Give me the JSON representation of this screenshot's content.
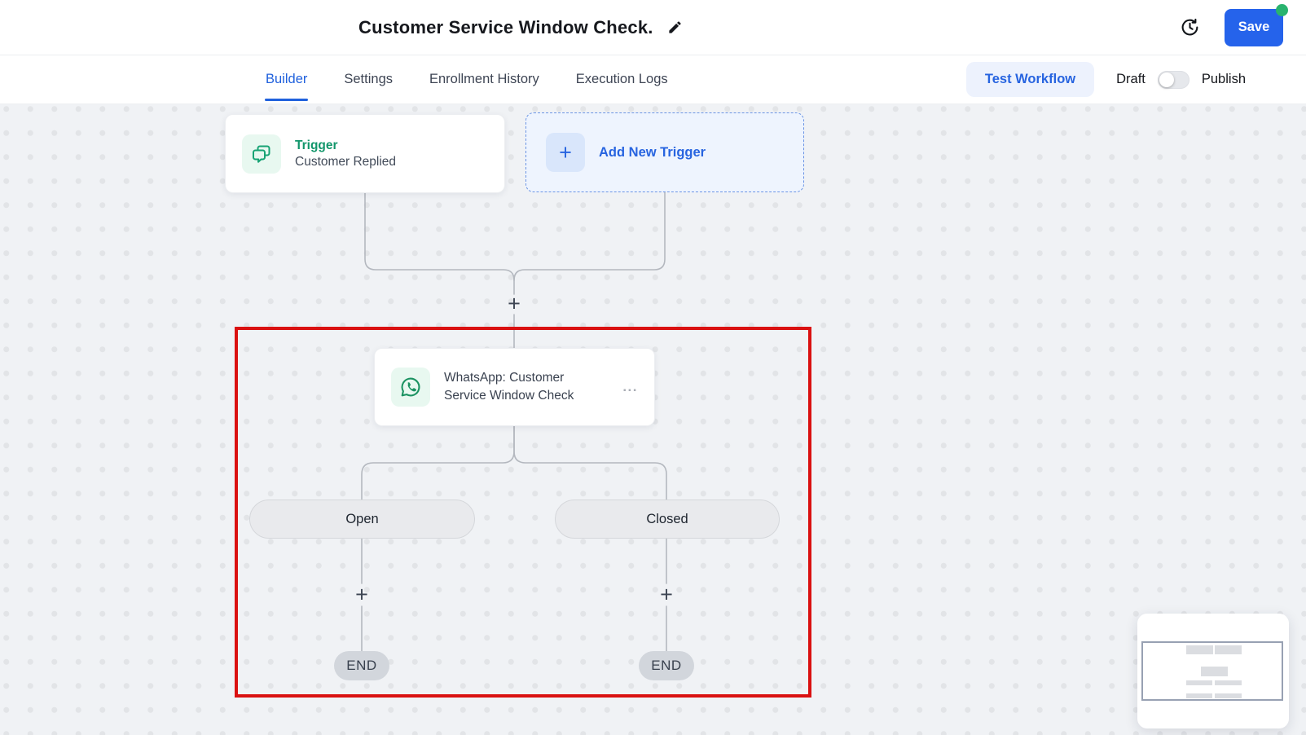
{
  "colors": {
    "accent_blue": "#2563eb",
    "brand_green": "#17a374",
    "selection_red": "#da1111",
    "unsaved_dot_green": "#29b36e"
  },
  "header": {
    "title": "Customer Service Window Check.",
    "save_label": "Save"
  },
  "tabs": [
    {
      "label": "Builder",
      "active": true
    },
    {
      "label": "Settings",
      "active": false
    },
    {
      "label": "Enrollment History",
      "active": false
    },
    {
      "label": "Execution Logs",
      "active": false
    }
  ],
  "nav_right": {
    "test_workflow": "Test Workflow",
    "draft": "Draft",
    "publish": "Publish"
  },
  "canvas": {
    "trigger": {
      "title": "Trigger",
      "subtitle": "Customer Replied"
    },
    "add_trigger": {
      "plus": "+",
      "label": "Add New Trigger"
    },
    "whatsapp": {
      "title": "WhatsApp: Customer Service Window Check",
      "menu": "..."
    },
    "plus": "+",
    "branches": [
      {
        "label": "Open"
      },
      {
        "label": "Closed"
      }
    ],
    "ends": [
      "END",
      "END"
    ]
  }
}
